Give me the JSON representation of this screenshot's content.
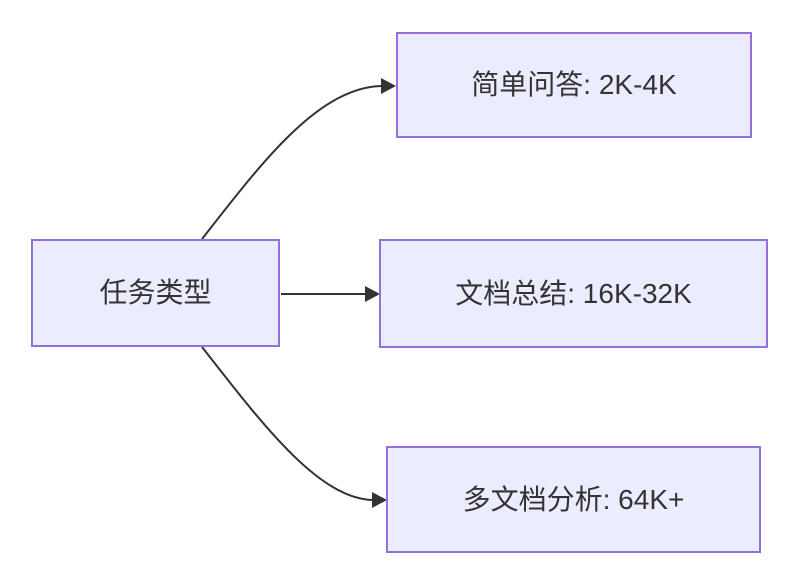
{
  "diagram": {
    "type": "flowchart",
    "direction": "LR",
    "background": "#ffffff",
    "colors": {
      "node_fill": "#ECECFF",
      "node_border": "#9370DB",
      "edge": "#333333",
      "text": "#333333"
    },
    "root": {
      "id": "task-type",
      "label": "任务类型"
    },
    "children": [
      {
        "id": "simple-qa",
        "label": "简单问答: 2K-4K"
      },
      {
        "id": "doc-summary",
        "label": "文档总结: 16K-32K"
      },
      {
        "id": "multi-doc",
        "label": "多文档分析: 64K+"
      }
    ],
    "edges": [
      {
        "from": "task-type",
        "to": "simple-qa"
      },
      {
        "from": "task-type",
        "to": "doc-summary"
      },
      {
        "from": "task-type",
        "to": "multi-doc"
      }
    ]
  }
}
